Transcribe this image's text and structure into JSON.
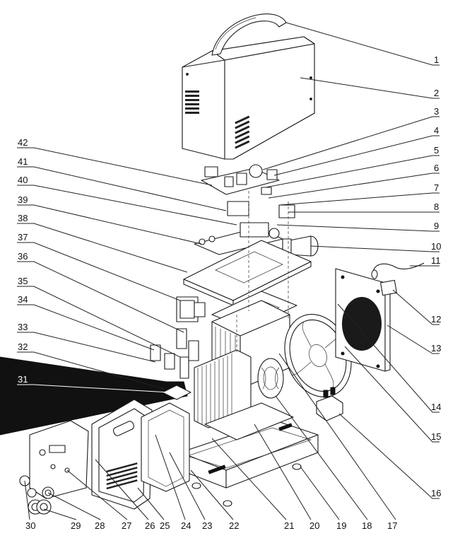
{
  "diagram": {
    "part_labels": [
      {
        "num": "1"
      },
      {
        "num": "2"
      },
      {
        "num": "3"
      },
      {
        "num": "4"
      },
      {
        "num": "5"
      },
      {
        "num": "6"
      },
      {
        "num": "7"
      },
      {
        "num": "8"
      },
      {
        "num": "9"
      },
      {
        "num": "10"
      },
      {
        "num": "11"
      },
      {
        "num": "12"
      },
      {
        "num": "13"
      },
      {
        "num": "14"
      },
      {
        "num": "15"
      },
      {
        "num": "16"
      },
      {
        "num": "17"
      },
      {
        "num": "18"
      },
      {
        "num": "19"
      },
      {
        "num": "20"
      },
      {
        "num": "21"
      },
      {
        "num": "22"
      },
      {
        "num": "23"
      },
      {
        "num": "24"
      },
      {
        "num": "25"
      },
      {
        "num": "26"
      },
      {
        "num": "27"
      },
      {
        "num": "28"
      },
      {
        "num": "29"
      },
      {
        "num": "30"
      },
      {
        "num": "31"
      },
      {
        "num": "32"
      },
      {
        "num": "33"
      },
      {
        "num": "34"
      },
      {
        "num": "35"
      },
      {
        "num": "36"
      },
      {
        "num": "37"
      },
      {
        "num": "38"
      },
      {
        "num": "39"
      },
      {
        "num": "40"
      },
      {
        "num": "41"
      },
      {
        "num": "42"
      }
    ]
  }
}
